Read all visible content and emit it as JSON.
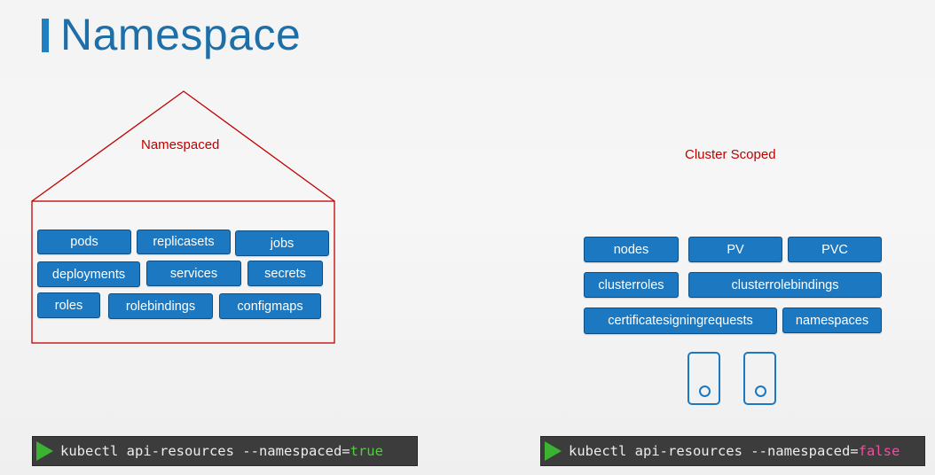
{
  "title": "Namespace",
  "namespaced": {
    "label": "Namespaced",
    "resources": [
      "pods",
      "replicasets",
      "jobs",
      "deployments",
      "services",
      "secrets",
      "roles",
      "rolebindings",
      "configmaps"
    ]
  },
  "cluster_scoped": {
    "label": "Cluster Scoped",
    "resources": [
      "nodes",
      "PV",
      "PVC",
      "clusterroles",
      "clusterrolebindings",
      "certificatesigningrequests",
      "namespaces"
    ]
  },
  "commands": [
    {
      "prefix": "kubectl api-resources --namespaced=",
      "value": "true"
    },
    {
      "prefix": "kubectl api-resources --namespaced=",
      "value": "false"
    }
  ],
  "colors": {
    "accent": "#1f7fc1",
    "chip": "#1c78c0",
    "red": "#c00000",
    "terminal": "#3c3c3c",
    "true_value": "#4fcf3f",
    "false_value": "#ee4fa1"
  }
}
